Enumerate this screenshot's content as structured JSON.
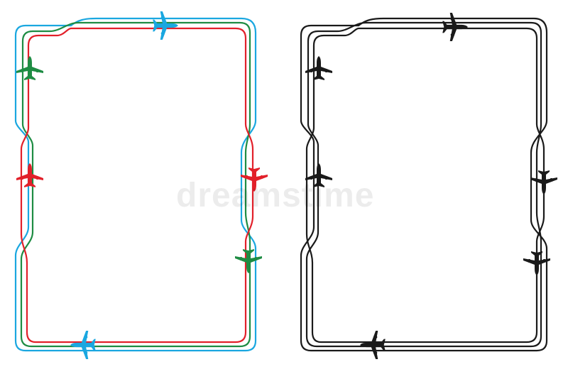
{
  "watermark": {
    "text": "dreamstime"
  },
  "colors": {
    "blue": "#1aa7e0",
    "green": "#1e8c43",
    "red": "#e2202a",
    "black": "#1a1a1a"
  },
  "icons": {
    "plane": "airplane-icon"
  },
  "frames": [
    {
      "name": "colored-frame",
      "style": "tricolor"
    },
    {
      "name": "black-frame",
      "style": "monochrome"
    }
  ]
}
